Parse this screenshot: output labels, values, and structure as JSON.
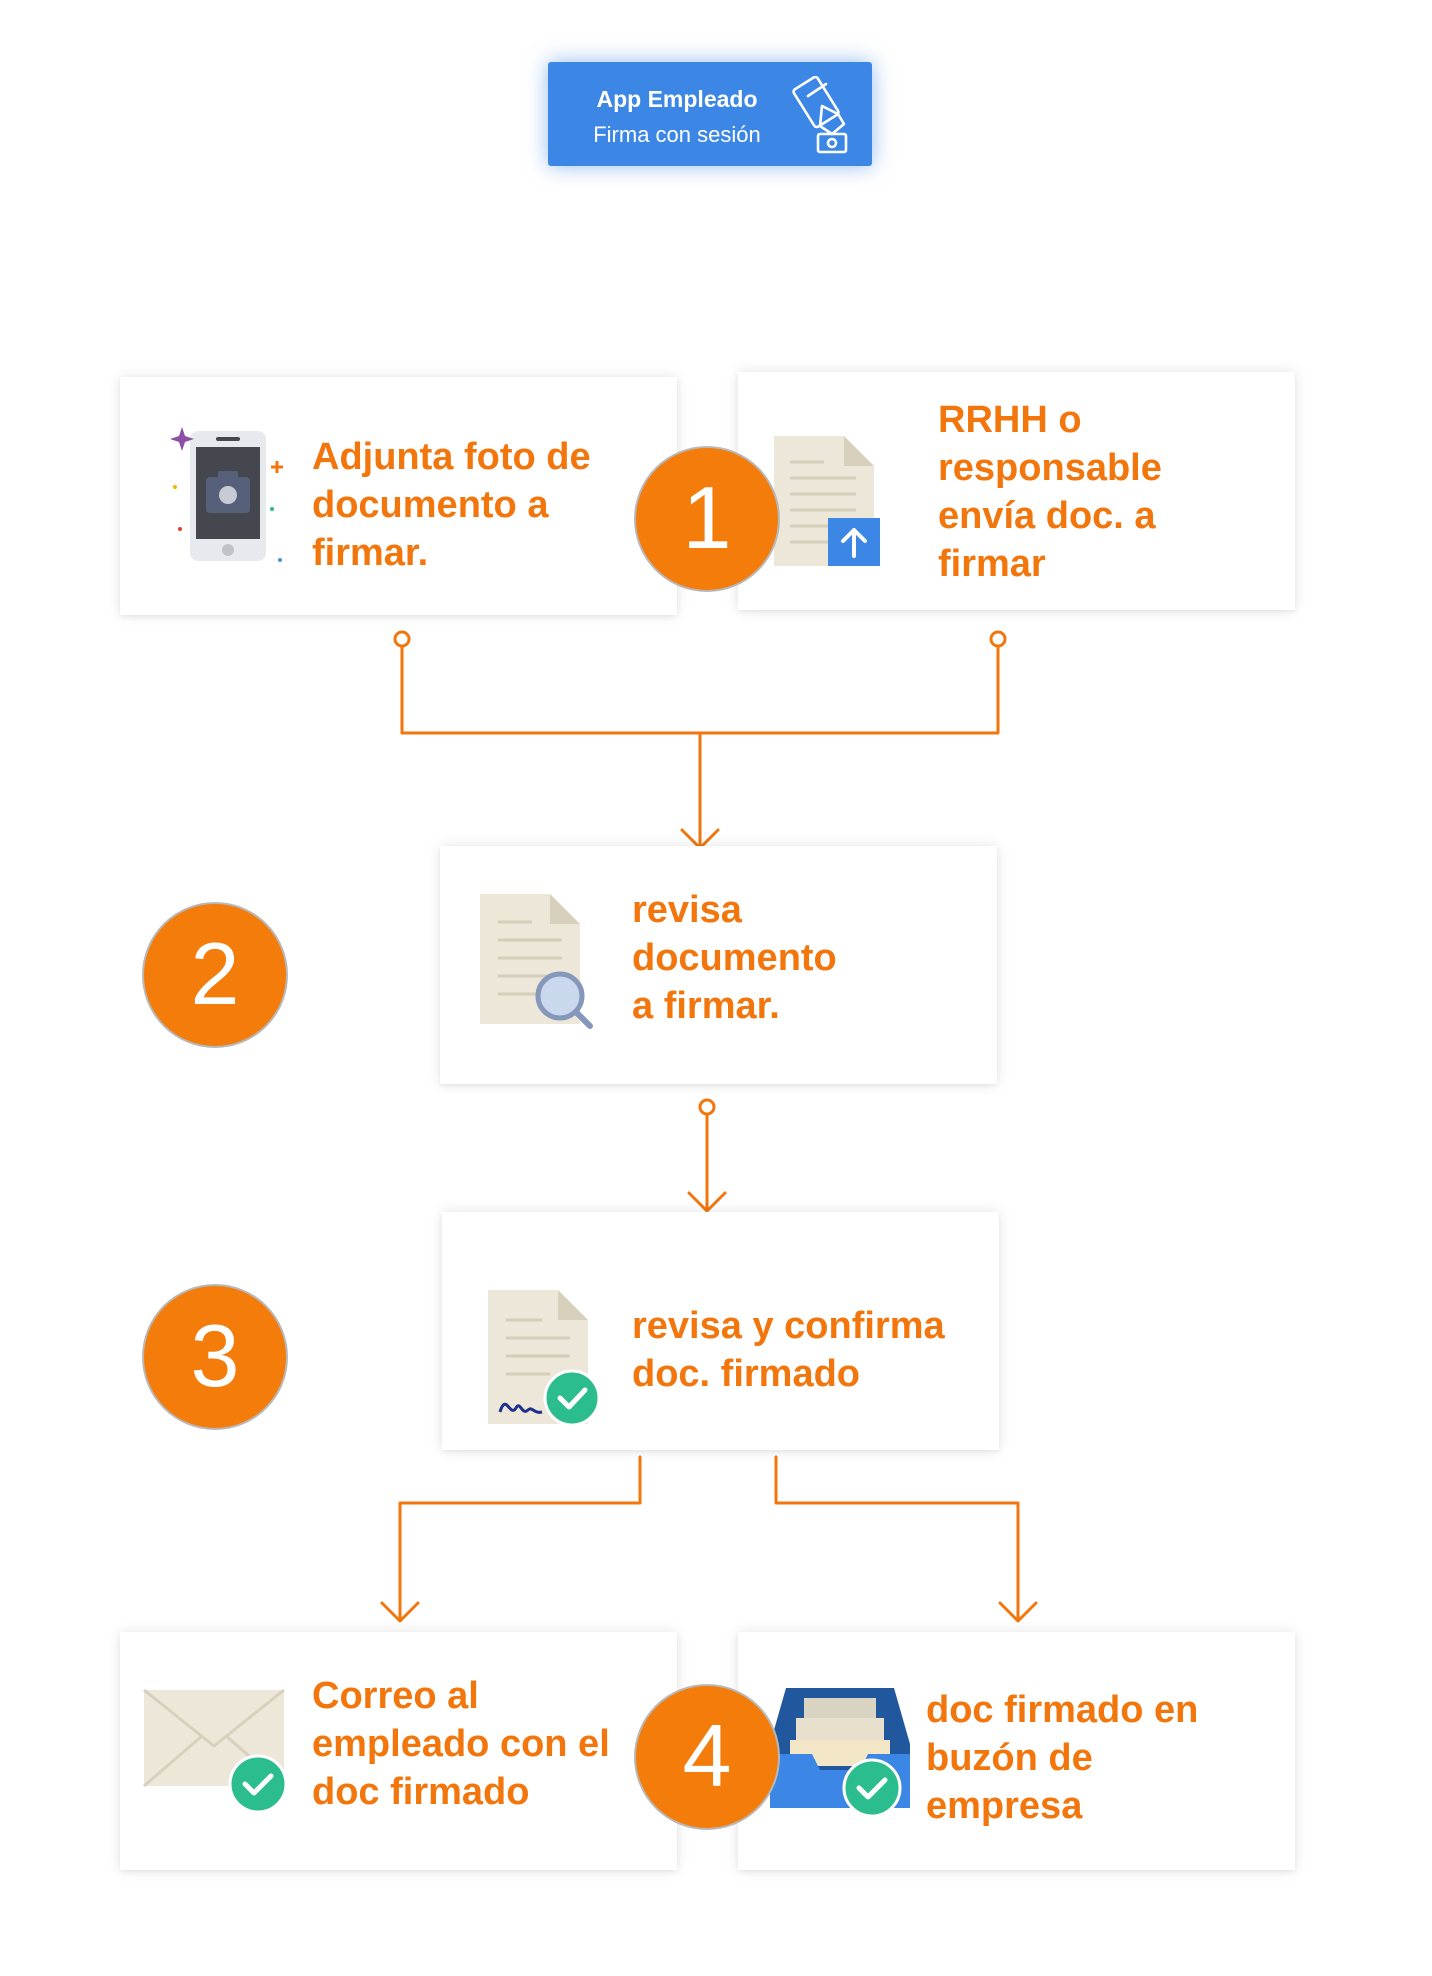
{
  "header": {
    "title": "App Empleado",
    "subtitle": "Firma con sesión",
    "icon": "hand-signing-icon"
  },
  "steps": [
    {
      "number": "1"
    },
    {
      "number": "2"
    },
    {
      "number": "3"
    },
    {
      "number": "4"
    }
  ],
  "cards": {
    "attach_photo": {
      "text": "Adjunta foto de\ndocumento a\nfirmar.",
      "icon": "phone-camera-icon"
    },
    "hr_sends": {
      "text": "RRHH o\nresponsable\nenvía doc. a\nfirmar",
      "icon": "document-upload-icon"
    },
    "review": {
      "text": "revisa\ndocumento\na firmar.",
      "icon": "document-search-icon"
    },
    "confirm": {
      "text": "revisa y confirma\ndoc. firmado",
      "icon": "signed-document-check-icon"
    },
    "email": {
      "text": "Correo al\nempleado con el\ndoc firmado",
      "icon": "envelope-check-icon"
    },
    "mailbox": {
      "text": "doc firmado en\nbuzón de\nempresa",
      "icon": "inbox-tray-check-icon"
    }
  },
  "colors": {
    "accent": "#f2760c",
    "circle": "#f47c0b",
    "header": "#3c86e6",
    "check": "#2bbd8e"
  }
}
